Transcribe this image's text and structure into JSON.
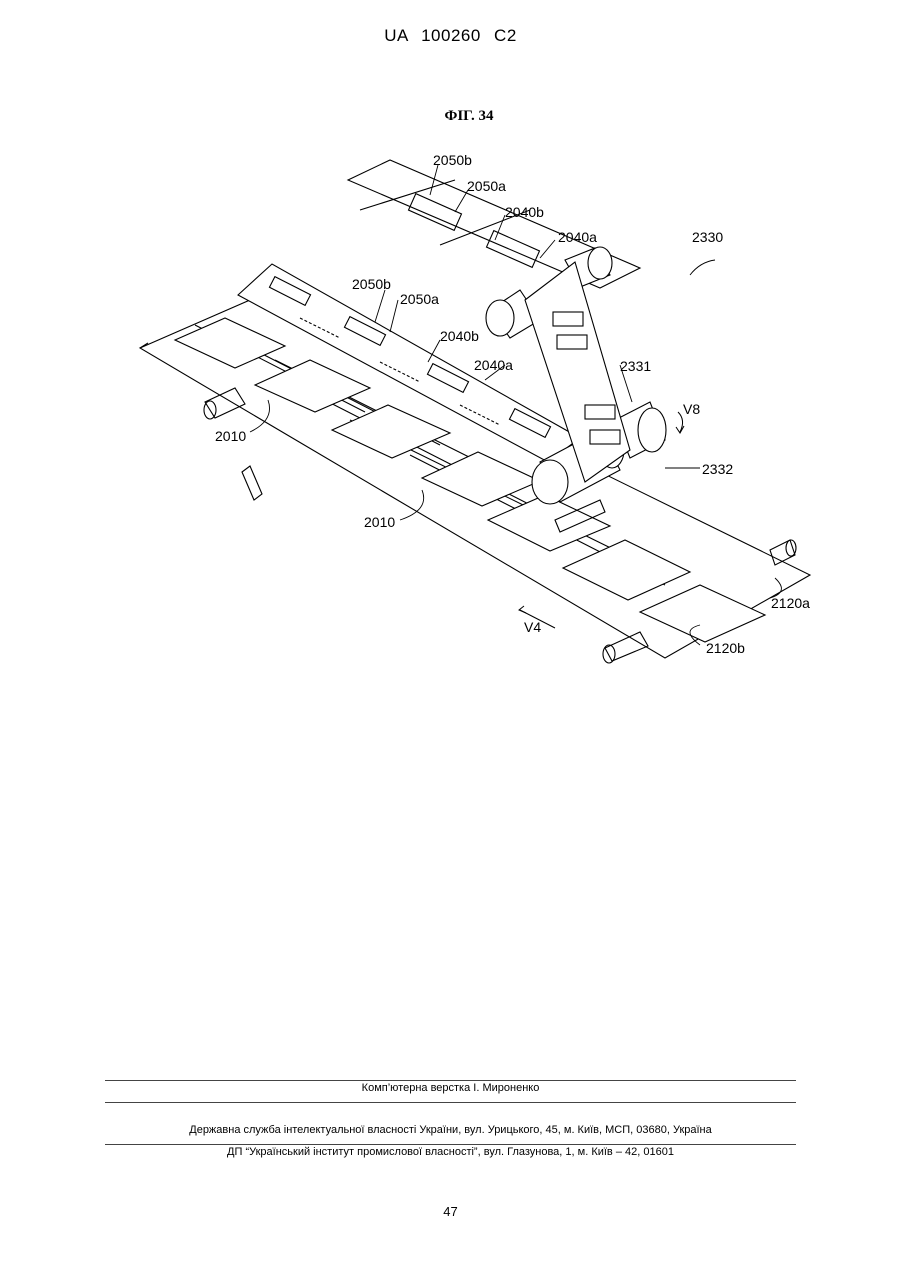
{
  "header": {
    "patent_number": "UA   100260   C2"
  },
  "figure": {
    "title": "ФІГ. 34",
    "labels": {
      "l2050b_top": "2050b",
      "l2050a_top": "2050a",
      "l2040b_top": "2040b",
      "l2040a_top": "2040a",
      "l2330": "2330",
      "l2050b_mid": "2050b",
      "l2050a_mid": "2050a",
      "l2040b_mid": "2040b",
      "l2040a_mid": "2040a",
      "l2331": "2331",
      "l_v8": "V8",
      "l2010_left": "2010",
      "l2332": "2332",
      "l2010_mid": "2010",
      "l2120a": "2120a",
      "l_v4": "V4",
      "l2120b": "2120b"
    }
  },
  "footer": {
    "typesetting": "Комп’ютерна верстка І. Мироненко",
    "office": "Державна служба інтелектуальної власності України, вул. Урицького, 45, м. Київ, МСП, 03680, Україна",
    "institute": "ДП “Український інститут промислової власності”, вул. Глазунова, 1, м. Київ – 42, 01601",
    "page_number": "47"
  }
}
